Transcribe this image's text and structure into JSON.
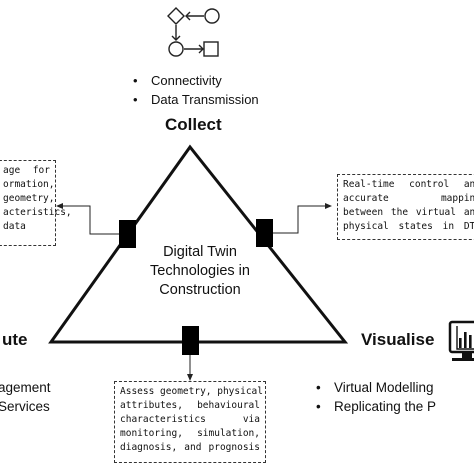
{
  "center": {
    "lines": [
      "Digital Twin",
      "Technologies in",
      "Construction"
    ]
  },
  "collect": {
    "title": "Collect",
    "bullets": [
      "Connectivity",
      "Data Transmission"
    ],
    "icon": "flow-shapes-icon"
  },
  "compute": {
    "title_partial": "ute",
    "bullets": [
      "agement",
      "Services"
    ]
  },
  "visualise": {
    "title": "Visualise",
    "bullets": [
      "Virtual Modelling",
      "Replicating the P"
    ],
    "icon": "monitor-chart-icon"
  },
  "left_box": {
    "lines": [
      "age  for",
      "ormation,",
      "geometry,",
      "acteristics,",
      "data"
    ]
  },
  "right_box": {
    "lines": [
      "Real-time control and",
      "accurate      mapping",
      "between the virtual and",
      "physical states in DTs"
    ]
  },
  "bottom_box": {
    "lines": [
      "Assess geometry, physical",
      "attributes,    behavioural",
      "characteristics          via",
      "monitoring,   simulation,",
      "diagnosis, and prognosis"
    ]
  },
  "colors": {
    "line": "#111111",
    "connector": "#000000",
    "dash_border": "#333333"
  }
}
